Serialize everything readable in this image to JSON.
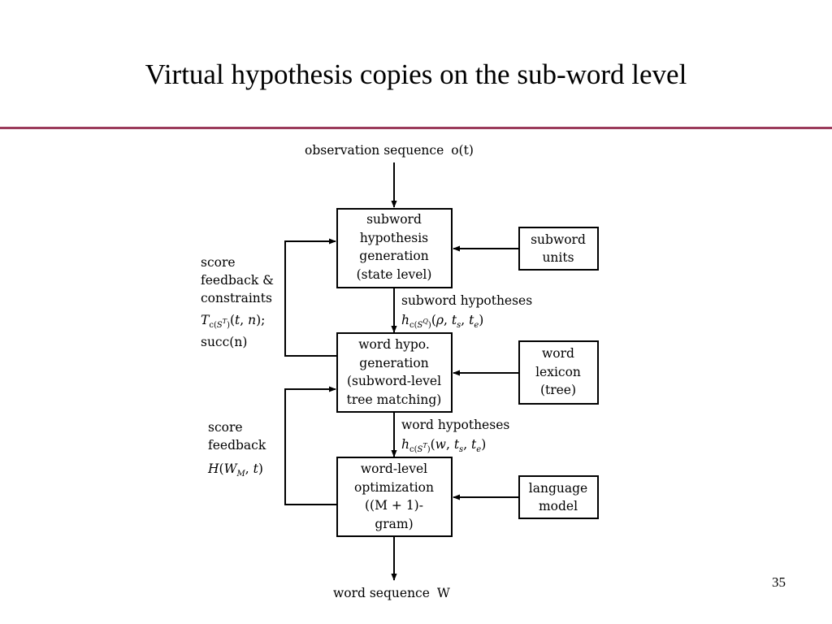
{
  "title": "Virtual hypothesis copies on the sub-word level",
  "page_number": "35",
  "diagram": {
    "input_label": "observation sequence",
    "input_var": "o(t)",
    "output_label": "word sequence",
    "output_var": "W",
    "boxes": {
      "subword_gen": [
        "subword",
        "hypothesis",
        "generation",
        "(state level)"
      ],
      "word_gen": [
        "word hypo.",
        "generation",
        "(subword-level",
        "tree matching)"
      ],
      "word_opt": [
        "word-level",
        "optimization",
        "((M + 1)-",
        "gram)"
      ],
      "subword_units": [
        "subword",
        "units"
      ],
      "word_lexicon": [
        "word",
        "lexicon",
        "(tree)"
      ],
      "language_model": [
        "language",
        "model"
      ]
    },
    "edge_labels": {
      "subword_hyp_label": "subword hypotheses",
      "subword_hyp_formula": "h_c(S^Q)(ρ, t_s, t_e)",
      "word_hyp_label": "word hypotheses",
      "word_hyp_formula": "h_c(S^T)(w, t_s, t_e)"
    },
    "feedback_top": {
      "lines": [
        "score",
        "feedback &",
        "constraints"
      ],
      "formula": "T_c(S^T)(t, n);",
      "succ": "succ(n)"
    },
    "feedback_bottom": {
      "lines": [
        "score",
        "feedback"
      ],
      "formula": "H(W_M, t)"
    }
  }
}
